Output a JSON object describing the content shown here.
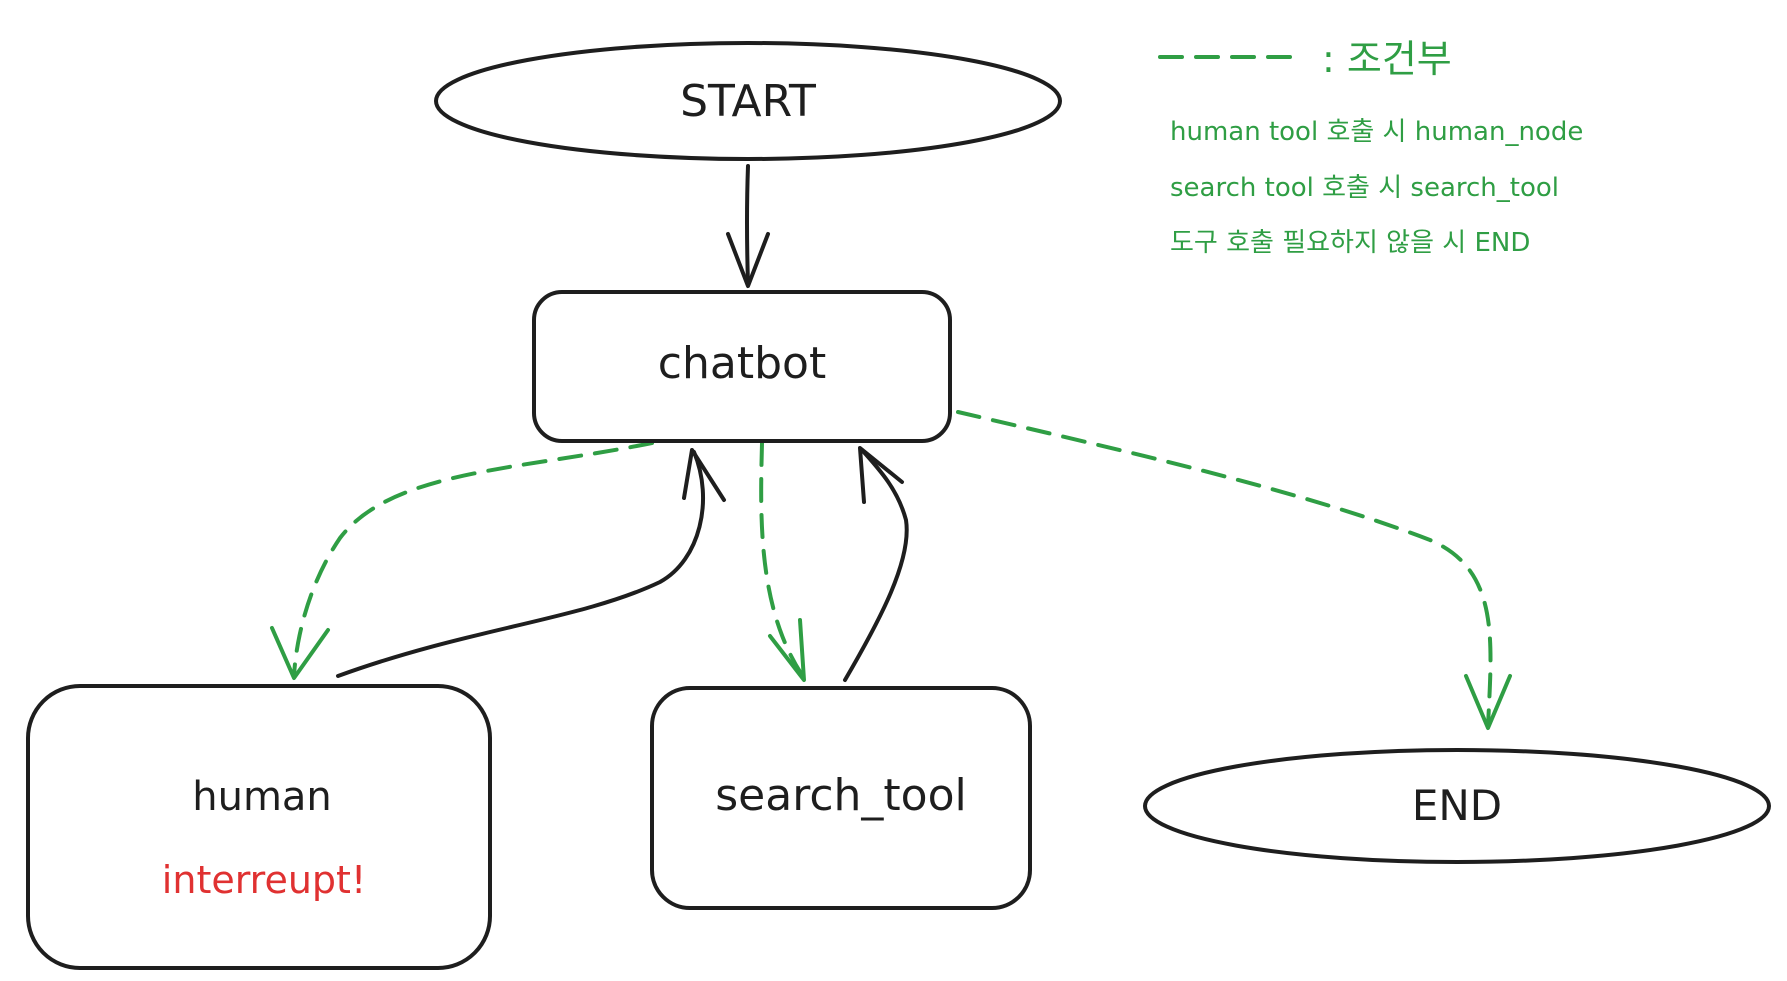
{
  "nodes": {
    "start": "START",
    "chatbot": "chatbot",
    "human": "human",
    "human_note": "interreupt!",
    "search_tool": "search_tool",
    "end": "END"
  },
  "legend": {
    "dashed_meaning": ": 조건부",
    "lines": [
      "human tool 호출 시 human_node",
      "search tool 호출 시 search_tool",
      "도구 호출 필요하지 않을 시 END"
    ]
  },
  "colors": {
    "stroke": "#1e1e1e",
    "conditional": "#2f9e44",
    "interrupt": "#e03131"
  }
}
